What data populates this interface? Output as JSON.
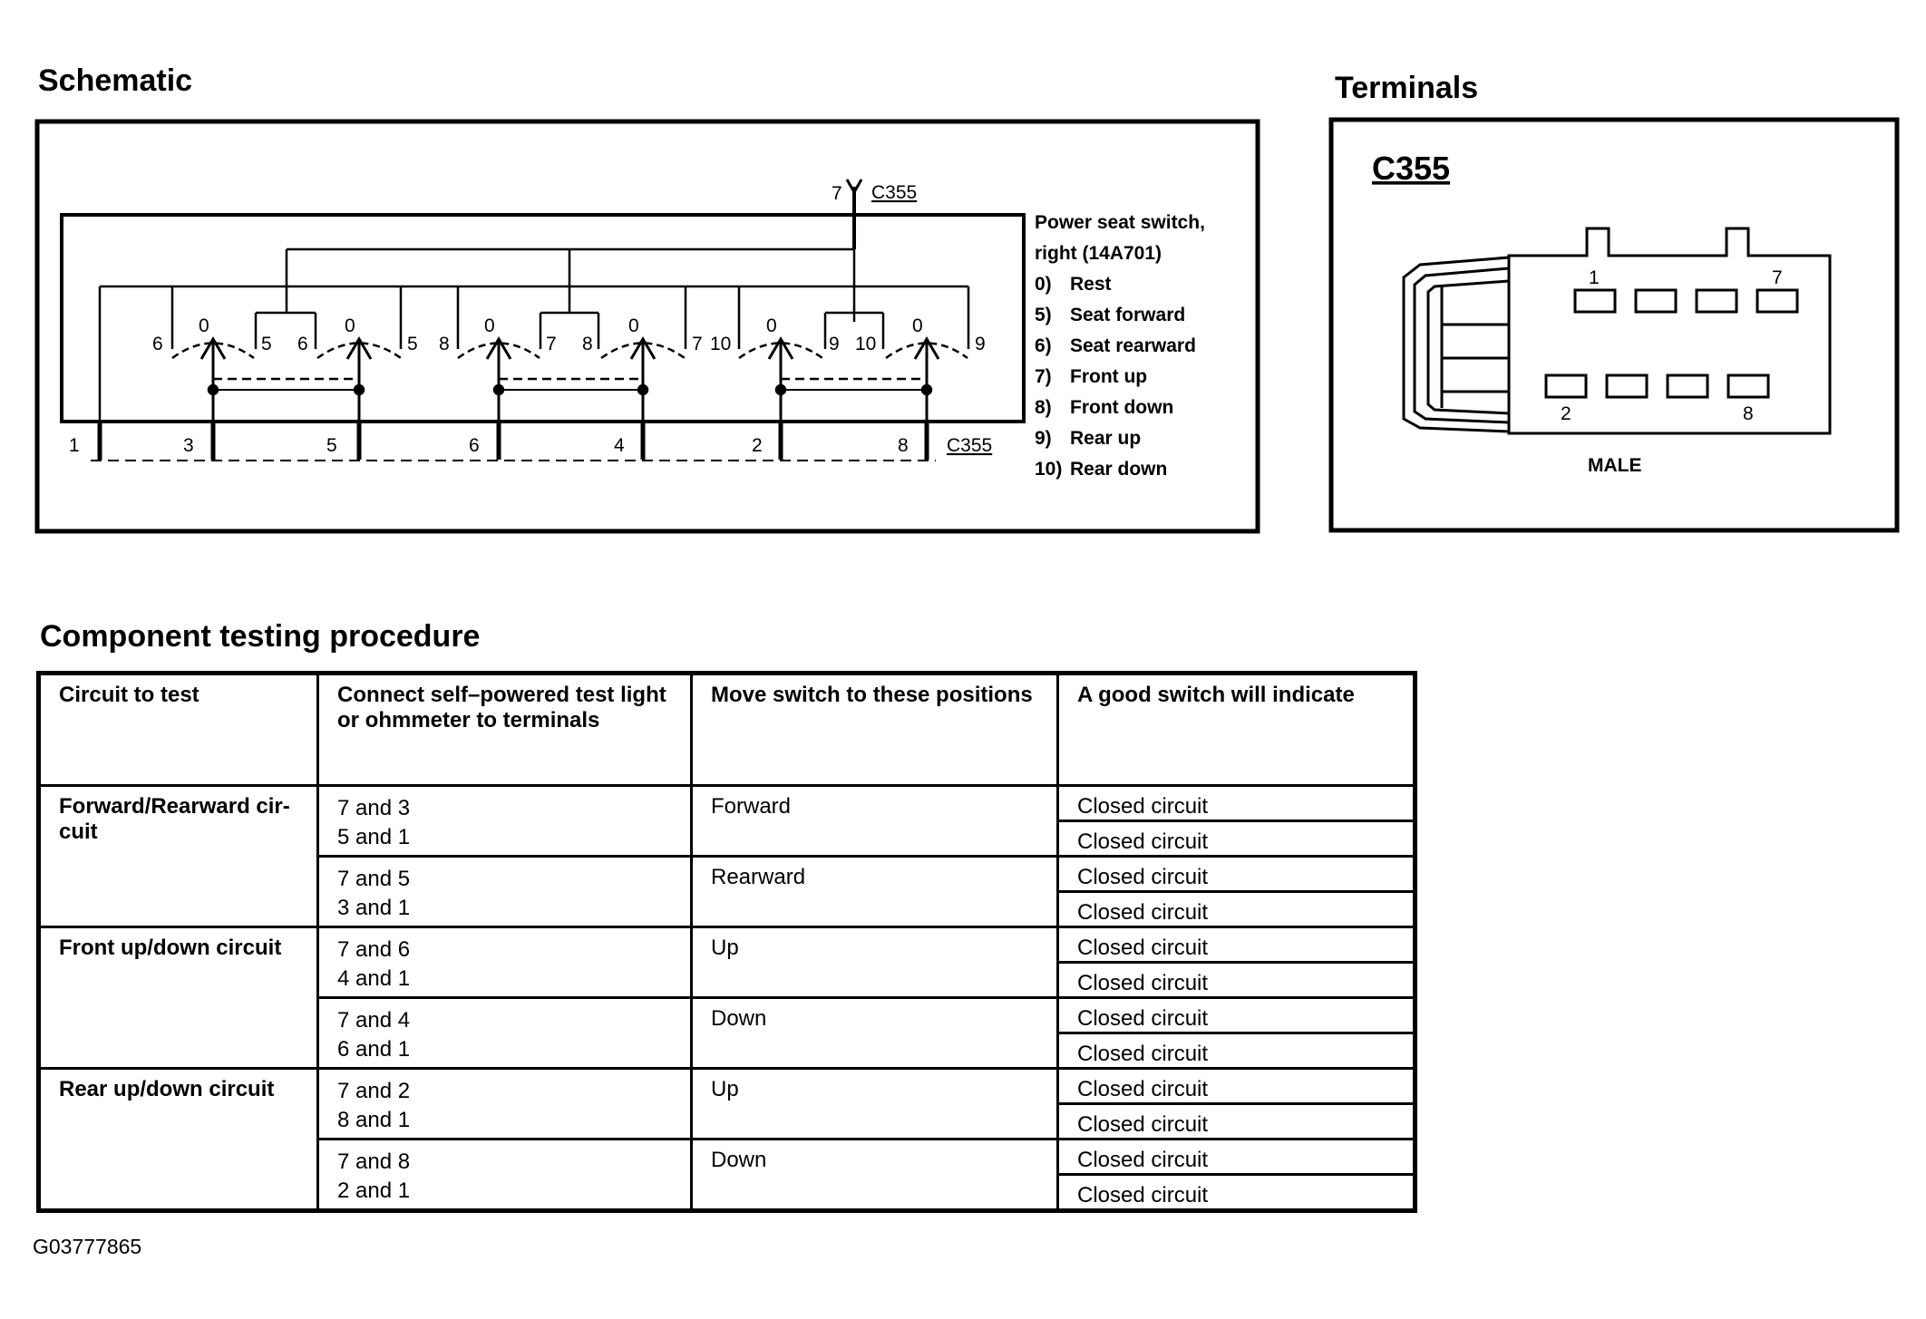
{
  "headings": {
    "schematic": "Schematic",
    "terminals": "Terminals",
    "procedure": "Component testing procedure"
  },
  "schematic": {
    "connector_label": "C355",
    "top_pin": "7",
    "bottom_pins": [
      "1",
      "3",
      "5",
      "6",
      "4",
      "2",
      "8"
    ],
    "switch_labels": [
      {
        "left": "6",
        "center": "0",
        "right": "5"
      },
      {
        "left": "6",
        "center": "0",
        "right": "5"
      },
      {
        "left": "8",
        "center": "0",
        "right": "7"
      },
      {
        "left": "8",
        "center": "0",
        "right": "7"
      },
      {
        "left": "10",
        "center": "0",
        "right": "9"
      },
      {
        "left": "10",
        "center": "0",
        "right": "9"
      }
    ],
    "legend_title": [
      "Power seat switch,",
      "right (14A701)"
    ],
    "legend_items": [
      {
        "num": "0)",
        "text": "Rest"
      },
      {
        "num": "5)",
        "text": "Seat forward"
      },
      {
        "num": "6)",
        "text": "Seat rearward"
      },
      {
        "num": "7)",
        "text": "Front up"
      },
      {
        "num": "8)",
        "text": "Front down"
      },
      {
        "num": "9)",
        "text": "Rear up"
      },
      {
        "num": "10)",
        "text": "Rear down"
      }
    ]
  },
  "terminals": {
    "connector": "C355",
    "pin_labels": {
      "top_left": "1",
      "top_right": "7",
      "bottom_left": "2",
      "bottom_right": "8"
    },
    "gender": "MALE"
  },
  "table": {
    "headers": [
      "Circuit to test",
      "Connect self–powered test light or ohmmeter to terminals",
      "Move switch to these positions",
      "A good switch will indicate"
    ],
    "groups": [
      {
        "circuit": "Forward/Rearward cir- cuit",
        "rows": [
          {
            "terminals": [
              "7 and 3",
              "5 and 1"
            ],
            "position": "Forward",
            "indicate": [
              "Closed circuit",
              "Closed circuit"
            ]
          },
          {
            "terminals": [
              "7 and 5",
              "3 and 1"
            ],
            "position": "Rearward",
            "indicate": [
              "Closed circuit",
              "Closed circuit"
            ]
          }
        ]
      },
      {
        "circuit": "Front up/down circuit",
        "rows": [
          {
            "terminals": [
              "7 and 6",
              "4 and 1"
            ],
            "position": "Up",
            "indicate": [
              "Closed circuit",
              "Closed circuit"
            ]
          },
          {
            "terminals": [
              "7 and 4",
              "6 and 1"
            ],
            "position": "Down",
            "indicate": [
              "Closed circuit",
              "Closed circuit"
            ]
          }
        ]
      },
      {
        "circuit": "Rear up/down circuit",
        "rows": [
          {
            "terminals": [
              "7 and 2",
              "8 and 1"
            ],
            "position": "Up",
            "indicate": [
              "Closed circuit",
              "Closed circuit"
            ]
          },
          {
            "terminals": [
              "7 and 8",
              "2 and 1"
            ],
            "position": "Down",
            "indicate": [
              "Closed circuit",
              "Closed circuit"
            ]
          }
        ]
      }
    ]
  },
  "figure_id": "G03777865"
}
